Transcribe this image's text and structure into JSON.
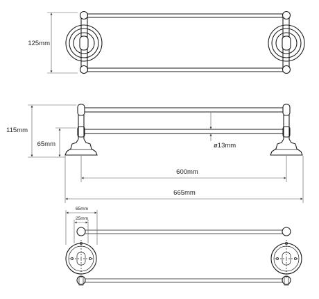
{
  "top_view": {
    "height_label": "125mm"
  },
  "front_view": {
    "overall_height_label": "115mm",
    "mount_height_label": "65mm",
    "tube_diameter_label": "ø13mm",
    "bar_length_label": "600mm",
    "overall_length_label": "665mm"
  },
  "mount_detail": {
    "plate_width_label": "65mm",
    "hole_offset_label": "25mm"
  },
  "colors": {
    "line": "#1a1a1a",
    "dimension": "#555555",
    "background": "#ffffff"
  }
}
